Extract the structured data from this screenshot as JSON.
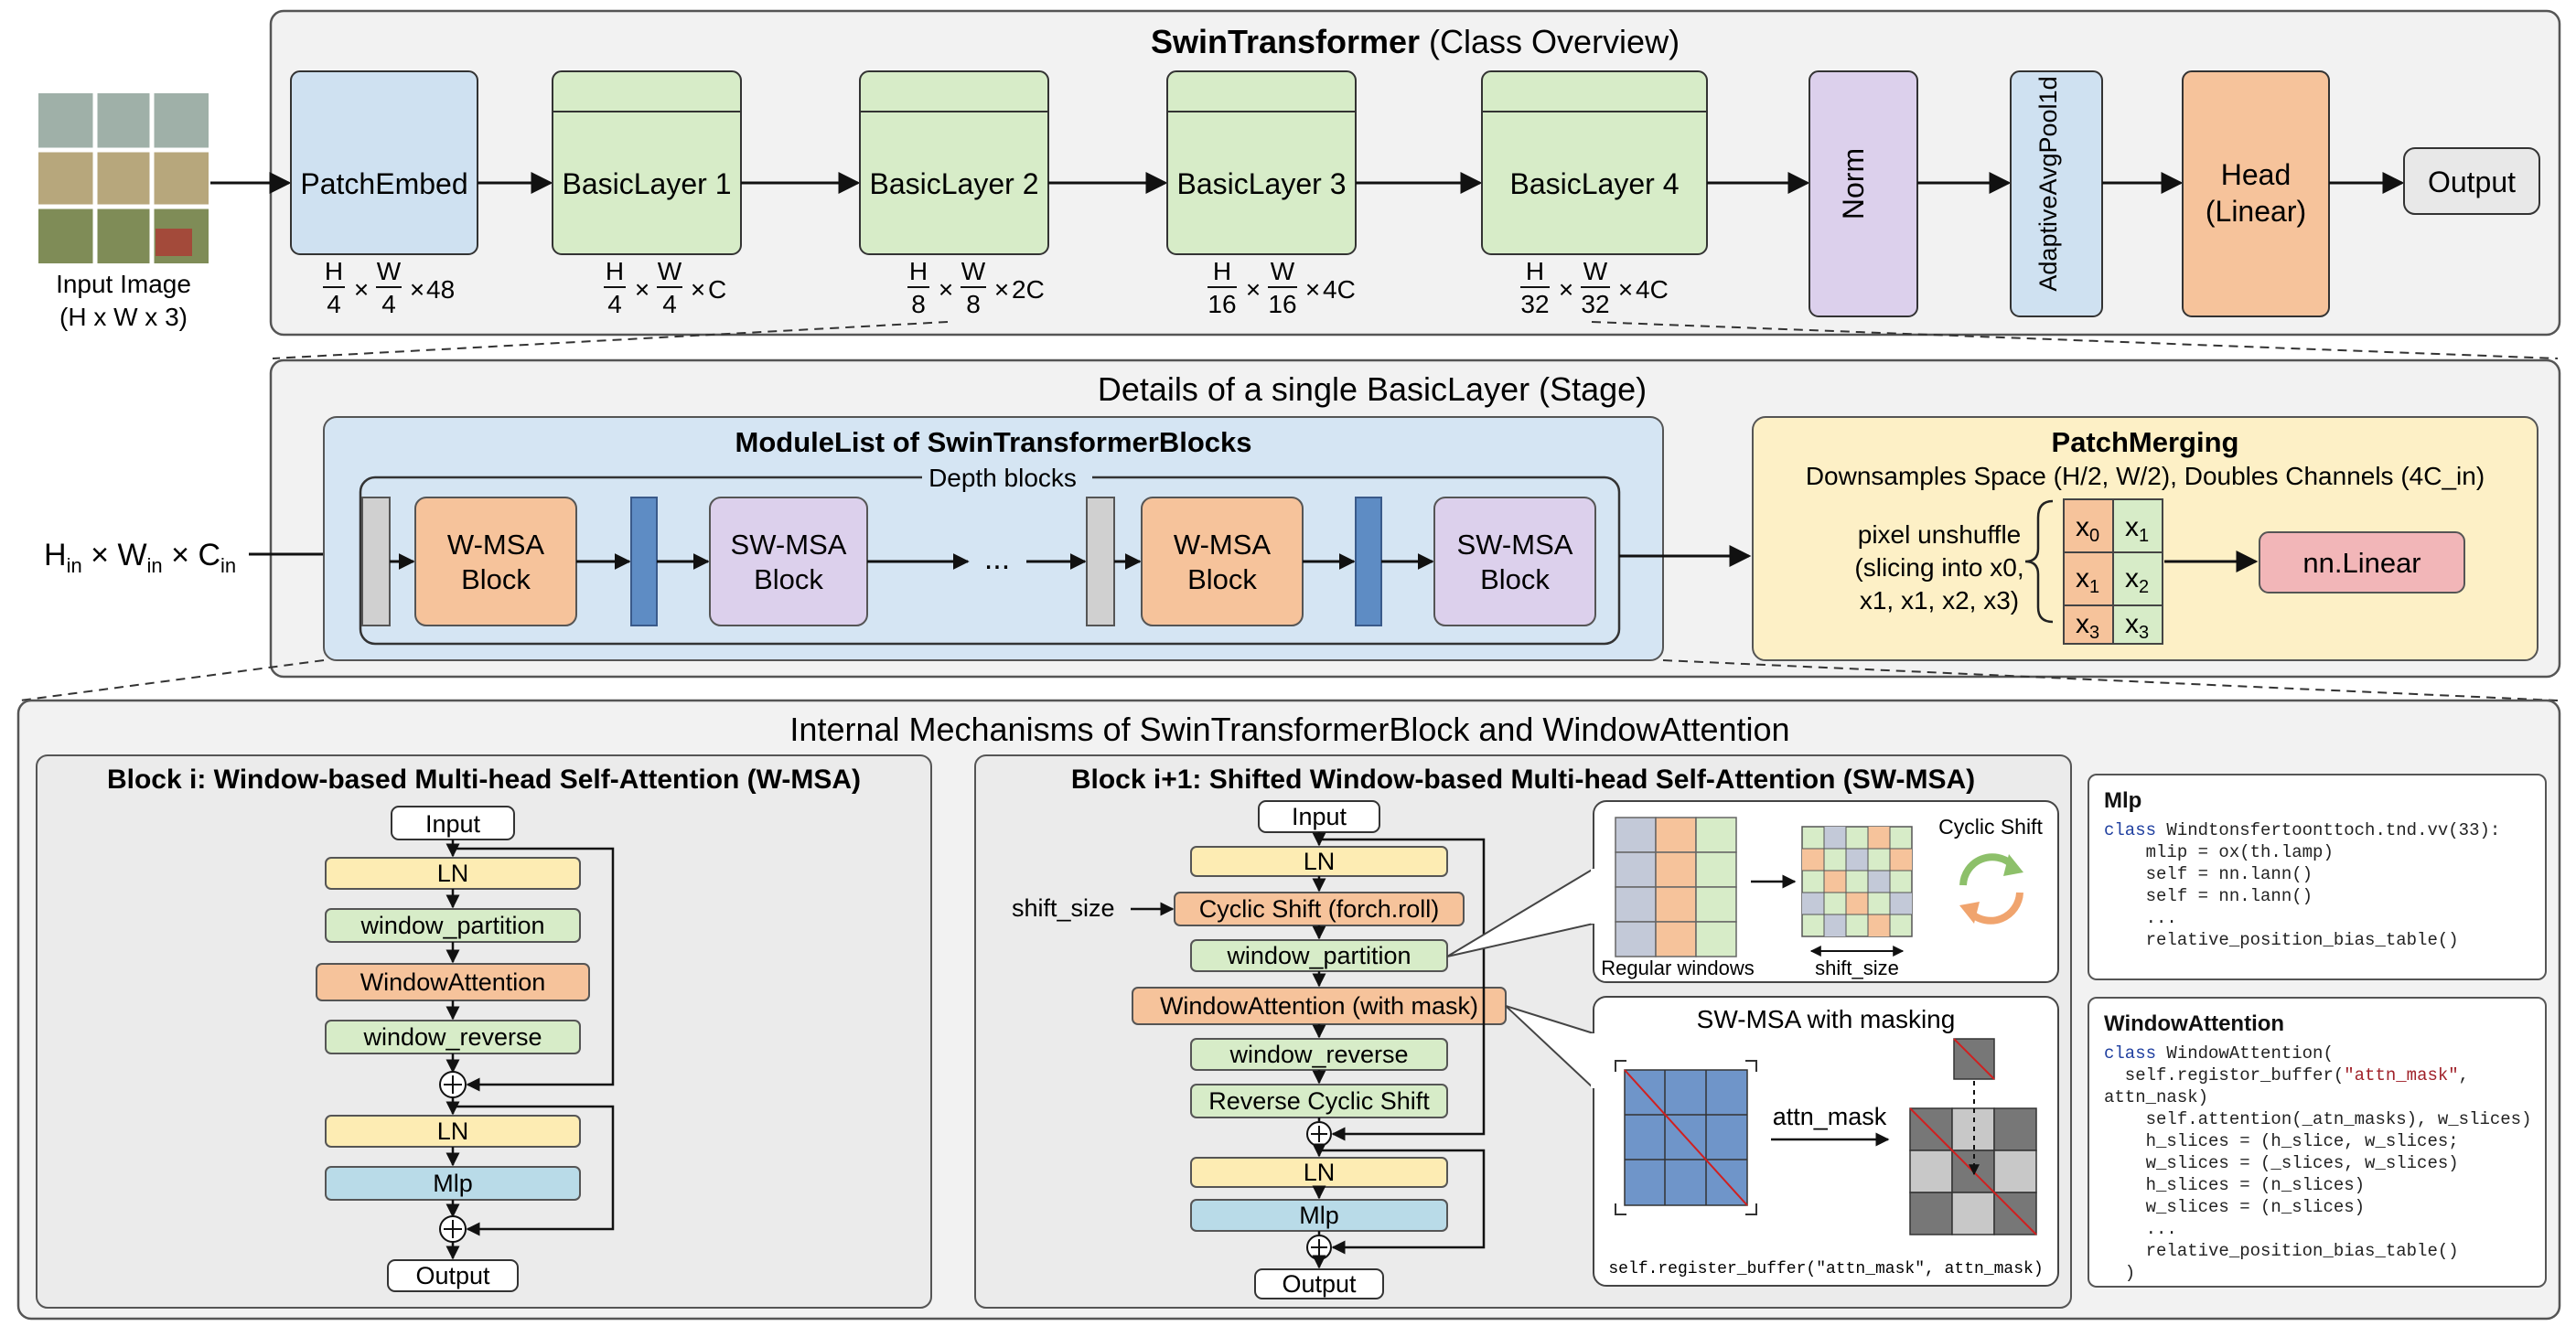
{
  "top": {
    "title_bold": "SwinTransformer",
    "title_rest": " (Class Overview)",
    "input_label": "Input Image",
    "input_dims": "(H x W x 3)",
    "patch_embed": "PatchEmbed",
    "basic_layers": [
      "BasicLayer 1",
      "BasicLayer 2",
      "BasicLayer 3",
      "BasicLayer 4"
    ],
    "norm": "Norm",
    "pool": "AdaptiveAvgPool1d",
    "head_line1": "Head",
    "head_line2": "(Linear)",
    "output": "Output",
    "shapes": [
      {
        "num1": "H",
        "den1": "4",
        "num2": "W",
        "den2": "4",
        "ch": "48"
      },
      {
        "num1": "H",
        "den1": "4",
        "num2": "W",
        "den2": "4",
        "ch": "C"
      },
      {
        "num1": "H",
        "den1": "8",
        "num2": "W",
        "den2": "8",
        "ch": "2C"
      },
      {
        "num1": "H",
        "den1": "16",
        "num2": "W",
        "den2": "16",
        "ch": "4C"
      },
      {
        "num1": "H",
        "den1": "32",
        "num2": "W",
        "den2": "32",
        "ch": "4C"
      }
    ]
  },
  "middle": {
    "title": "Details of a single BasicLayer (Stage)",
    "input_expr": {
      "h": "H",
      "w": "W",
      "c": "C",
      "sub": "in",
      "times": "×"
    },
    "modulelist_title": "ModuleList of SwinTransformerBlocks",
    "depth_label": "Depth blocks",
    "wmsa": [
      "W-MSA",
      "Block"
    ],
    "swmsa": [
      "SW-MSA",
      "Block"
    ],
    "ellipsis": "...",
    "patchmerging_title": "PatchMerging",
    "patchmerging_desc": "Downsamples Space (H/2, W/2), Doubles Channels (4C_in)",
    "pixel_unshuffle": [
      "pixel unshuffle",
      "(slicing into x0,",
      "x1, x1, x2, x3)"
    ],
    "grid_cells": [
      "x0",
      "x1",
      "x1",
      "x2",
      "x3",
      "x3"
    ],
    "linear": "nn.Linear"
  },
  "bottom": {
    "title": "Internal Mechanisms of SwinTransformerBlock and WindowAttention",
    "wmsa_title": "Block i: Window-based Multi-head Self-Attention (W-MSA)",
    "wmsa_steps": [
      "Input",
      "LN",
      "window_partition",
      "WindowAttention",
      "window_reverse",
      "LN",
      "Mlp",
      "Output"
    ],
    "swmsa_title": "Block i+1: Shifted Window-based Multi-head Self-Attention (SW-MSA)",
    "swmsa_steps": [
      "Input",
      "LN",
      "Cyclic Shift (forch.roll)",
      "window_partition",
      "WindowAttention (with mask)",
      "window_reverse",
      "Reverse Cyclic Shift",
      "LN",
      "Mlp",
      "Output"
    ],
    "shift_size": "shift_size",
    "regular_windows": "Regular windows",
    "shift_size_axis": "shift_size",
    "cyclic_shift": "Cyclic Shift",
    "masking_title": "SW-MSA with masking",
    "attn_mask": "attn_mask",
    "register_line": "self.register_buffer(\"attn_mask\", attn_mask)"
  },
  "code": {
    "mlp_title": "Mlp",
    "mlp_lines": [
      [
        {
          "t": "class ",
          "c": "kw"
        },
        {
          "t": "Windtonsfertoonttoch.tnd.vv(33):",
          "c": ""
        }
      ],
      [
        {
          "t": "    mlip = ox(th.lamp)",
          "c": ""
        }
      ],
      [
        {
          "t": "    self = nn.lann()",
          "c": ""
        }
      ],
      [
        {
          "t": "    self = nn.lann()",
          "c": ""
        }
      ],
      [
        {
          "t": "    ...",
          "c": ""
        }
      ],
      [
        {
          "t": "    relative_position_bias_table()",
          "c": ""
        }
      ]
    ],
    "wa_title": "WindowAttention",
    "wa_lines": [
      [
        {
          "t": "class ",
          "c": "kw"
        },
        {
          "t": "WindowAttention(",
          "c": ""
        }
      ],
      [
        {
          "t": "  self.registor_buffer(",
          "c": ""
        },
        {
          "t": "\"attn_mask\"",
          "c": "str"
        },
        {
          "t": ",",
          "c": ""
        }
      ],
      [
        {
          "t": "attn_nask)",
          "c": ""
        }
      ],
      [
        {
          "t": "    self.attention(_atn_masks), w_slices)",
          "c": ""
        }
      ],
      [
        {
          "t": "    h_slices = (h_slice, w_slices;",
          "c": ""
        }
      ],
      [
        {
          "t": "    w_slices = (_slices, w_slices)",
          "c": ""
        }
      ],
      [
        {
          "t": "    h_slices = (n_slices)",
          "c": ""
        }
      ],
      [
        {
          "t": "    w_slices = (n_slices)",
          "c": ""
        }
      ],
      [
        {
          "t": "    ...",
          "c": ""
        }
      ],
      [
        {
          "t": "    relative_position_bias_table()",
          "c": ""
        }
      ],
      [
        {
          "t": "  )",
          "c": ""
        }
      ]
    ]
  },
  "colors": {
    "blue_fill": "#cfe1f1",
    "green_fill": "#d7ecc8",
    "purple_fill": "#dcd0ec",
    "orange_fill": "#f6c39b",
    "yellow_fill": "#fdf0c6",
    "ln_fill": "#fdecb3",
    "mlp_fill": "#b9dbe8",
    "linear_fill": "#f2b6b8",
    "panel_fill": "#f2f2f2",
    "modulelist_fill": "#d5e5f3"
  }
}
